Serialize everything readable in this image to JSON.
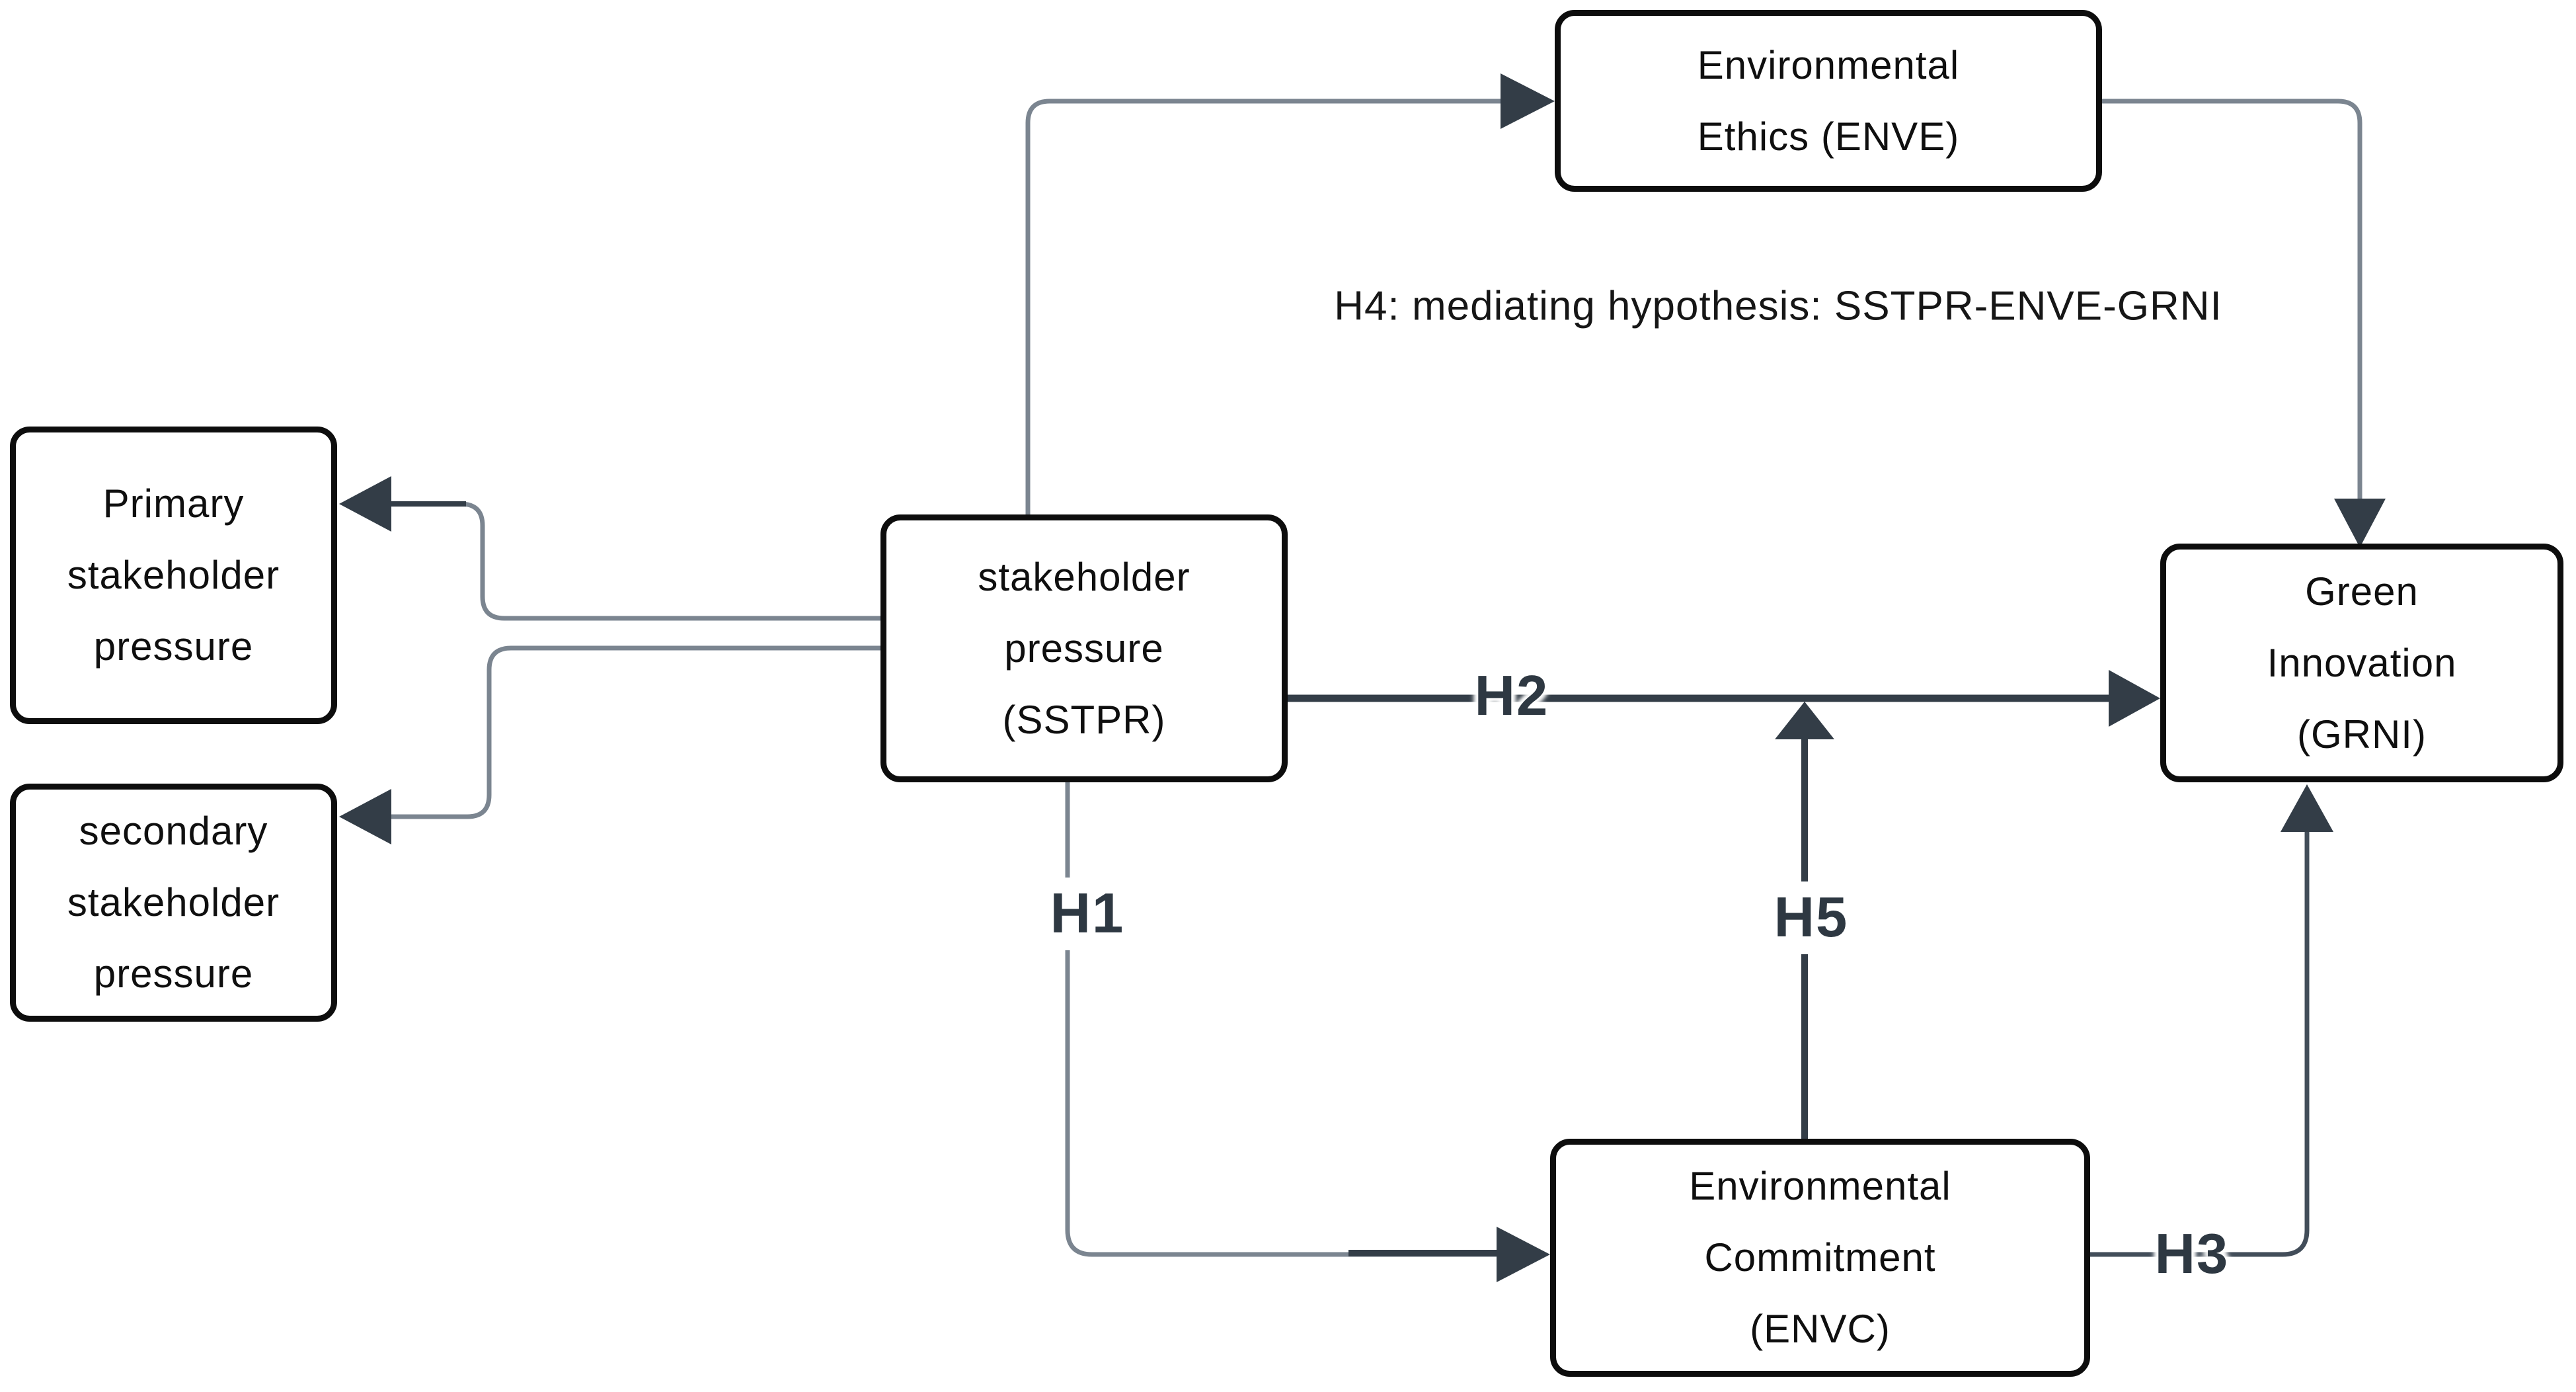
{
  "diagram": {
    "boxes": {
      "enve": {
        "lines": [
          "Environmental",
          "Ethics (ENVE)"
        ]
      },
      "primary": {
        "lines": [
          "Primary",
          "stakeholder",
          "pressure"
        ]
      },
      "secondary": {
        "lines": [
          "secondary",
          "stakeholder",
          "pressure"
        ]
      },
      "sstpr": {
        "lines": [
          "stakeholder",
          "pressure",
          "(SSTPR)"
        ]
      },
      "grni": {
        "lines": [
          "Green",
          "Innovation",
          "(GRNI)"
        ]
      },
      "envc": {
        "lines": [
          "Environmental",
          "Commitment",
          "(ENVC)"
        ]
      }
    },
    "labels": {
      "h1": "H1",
      "h2": "H2",
      "h3": "H3",
      "h5": "H5",
      "h4_note": "H4: mediating hypothesis: SSTPR-ENVE-GRNI"
    },
    "colors": {
      "box_border": "#0d0d0d",
      "box_text": "#0f0f0f",
      "connector_gray": "#7b8590",
      "connector_dark": "#333d47",
      "connector_mid": "#424d59",
      "label_text": "#2e3842",
      "note_text": "#161616",
      "background": "#ffffff"
    }
  }
}
